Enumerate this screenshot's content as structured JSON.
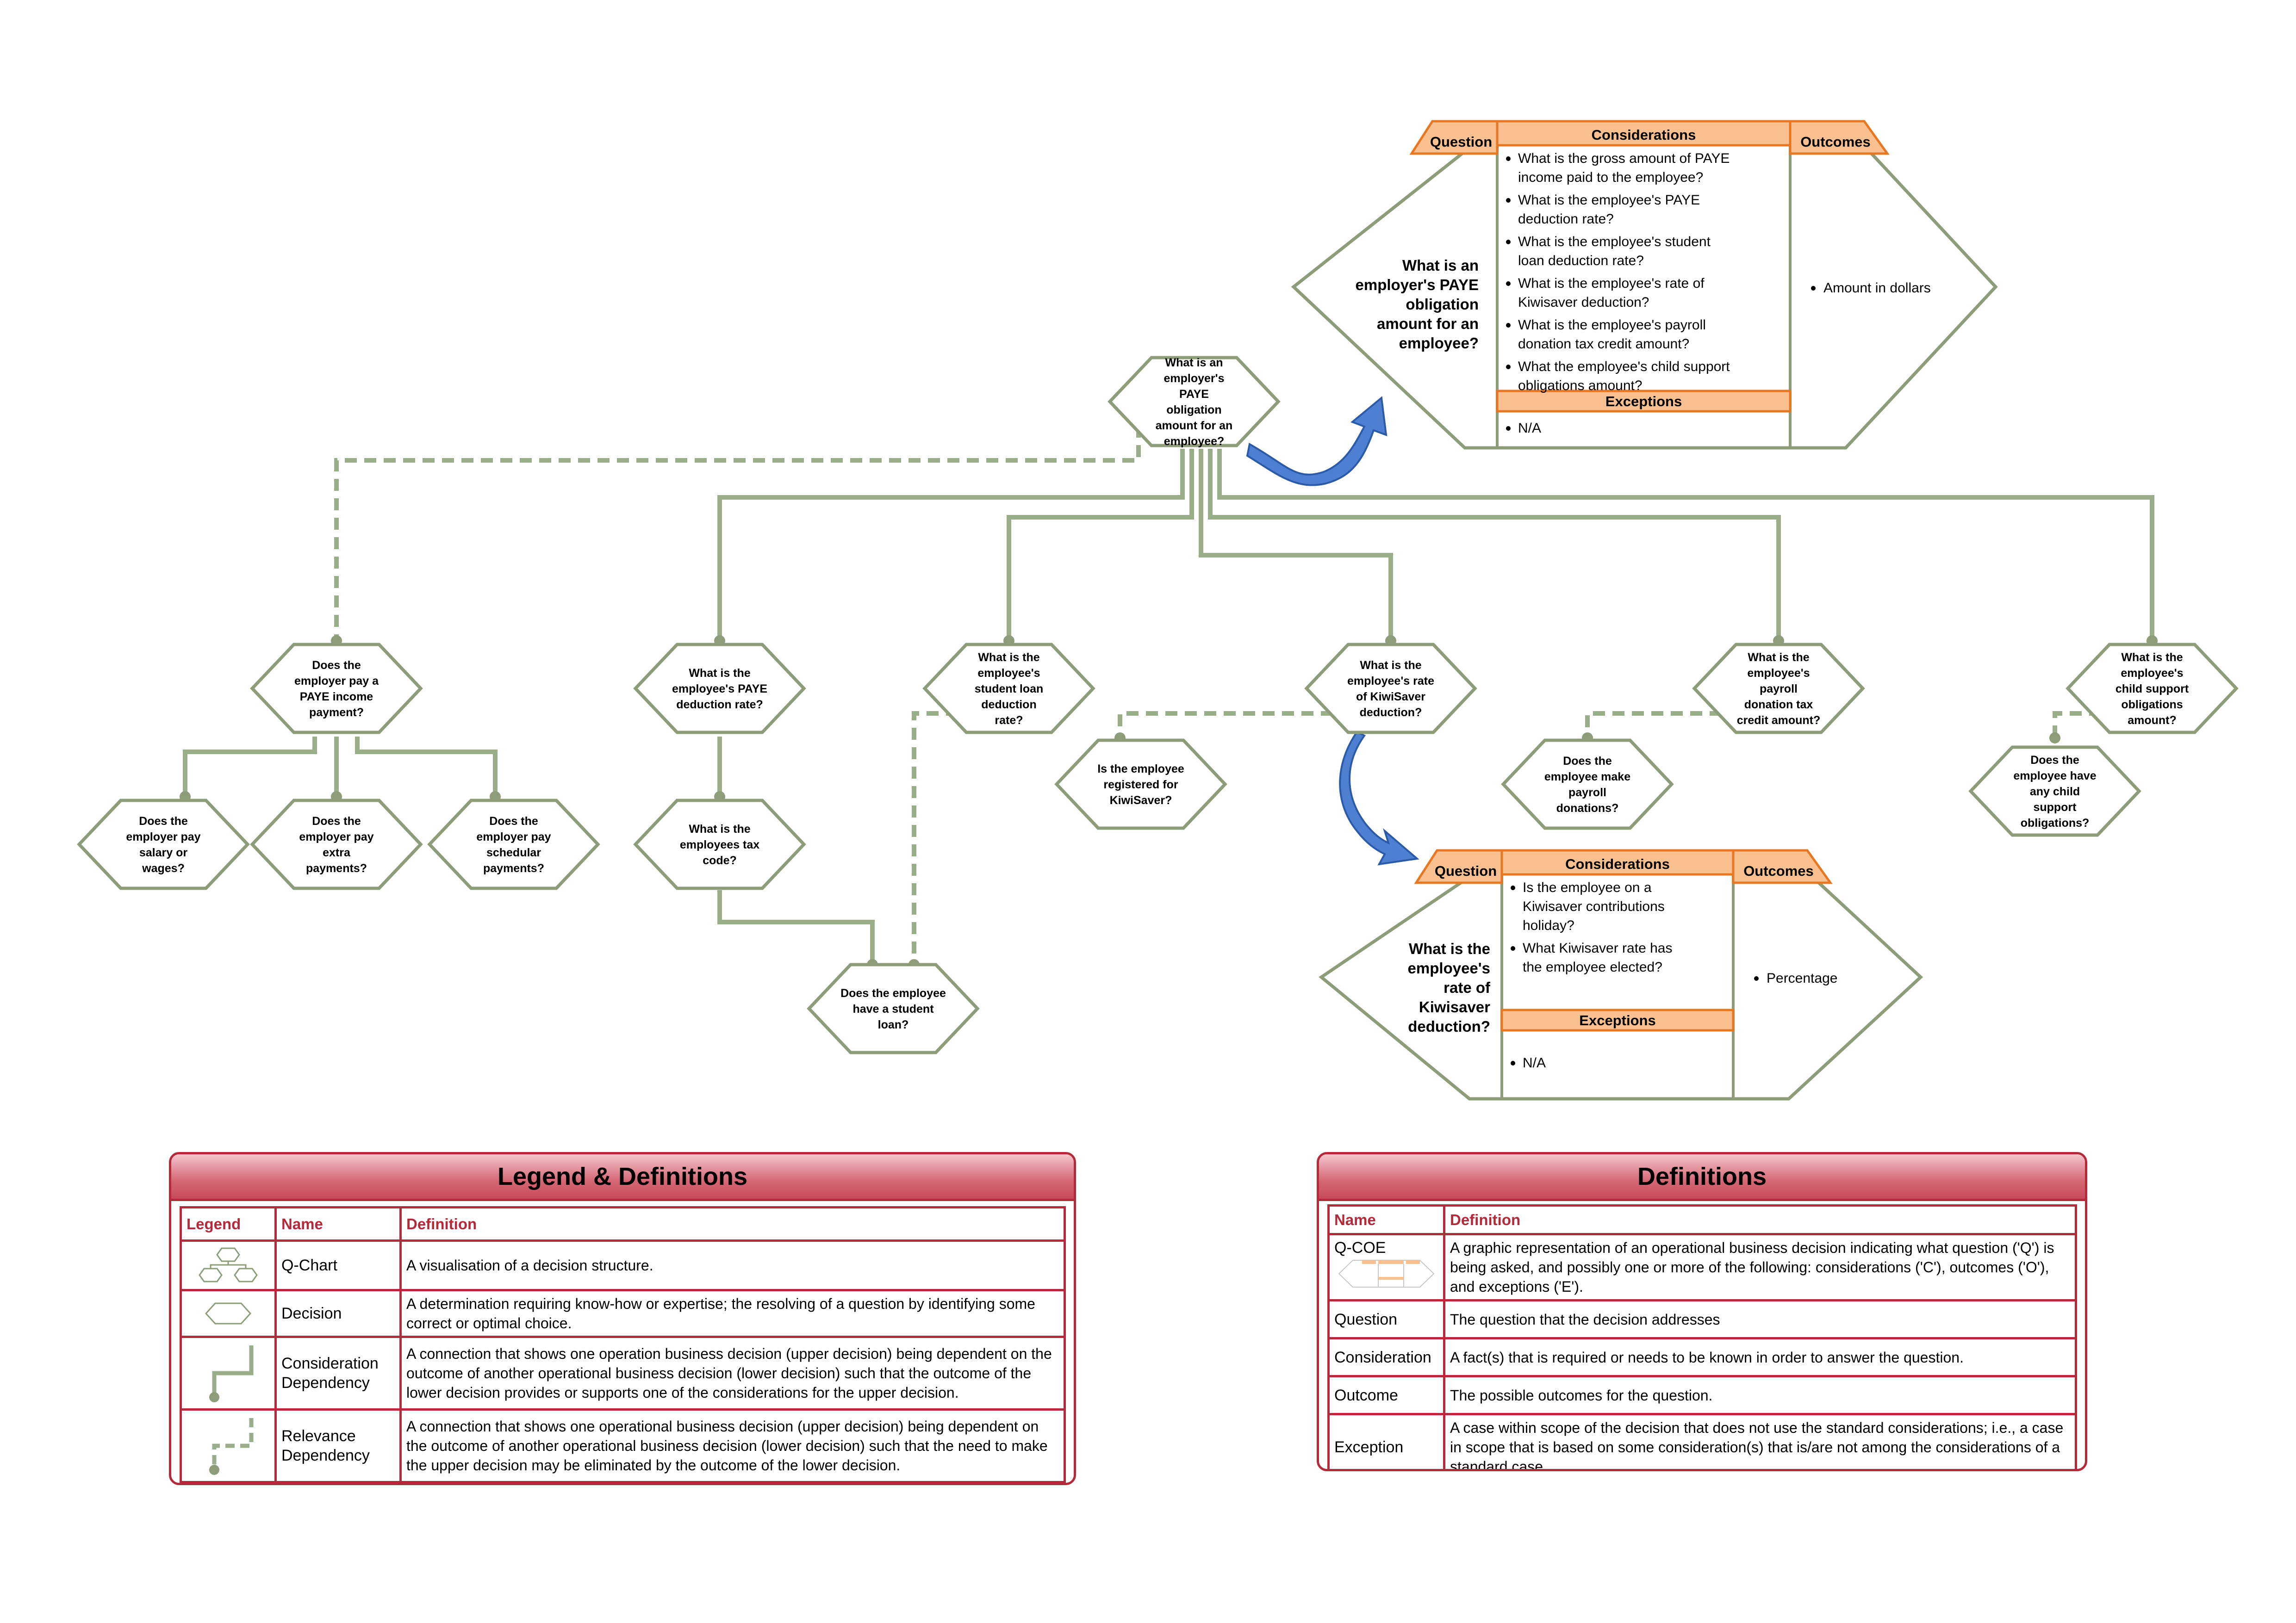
{
  "root": {
    "label": "What is an employer's PAYE obligation amount for an employee?"
  },
  "nodes": {
    "pay_income": "Does the employer pay a PAYE income payment?",
    "salary": "Does the employer pay salary or wages?",
    "extra": "Does the employer pay extra payments?",
    "schedular": "Does the employer pay schedular payments?",
    "paye_rate": "What is the employee's PAYE deduction rate?",
    "tax_code": "What is the employees tax code?",
    "student_rate": "What is the employee's student loan deduction rate?",
    "student_loan": "Does the employee have a student loan?",
    "kiwi_rate": "What is the employee's rate of KiwiSaver deduction?",
    "kiwi_reg": "Is the employee registered for KiwiSaver?",
    "donation_credit": "What is the employee's payroll donation tax credit amount?",
    "donations": "Does the employee make payroll donations?",
    "child_amount": "What is the employee's child support obligations amount?",
    "child_have": "Does the employee have any child support obligations?"
  },
  "qcoe_headers": {
    "question": "Question",
    "considerations": "Considerations",
    "outcomes": "Outcomes",
    "exceptions": "Exceptions"
  },
  "qcoe_top": {
    "question": "What is an employer's PAYE obligation amount for an employee?",
    "considerations": [
      "What is the gross amount of PAYE income paid to the employee?",
      "What is the employee's PAYE deduction rate?",
      "What is the employee's student loan deduction rate?",
      "What is the employee's rate of Kiwisaver deduction?",
      "What is the employee's payroll donation tax credit amount?",
      "What the employee's child support obligations amount?"
    ],
    "exceptions": [
      "N/A"
    ],
    "outcomes": [
      "Amount in dollars"
    ]
  },
  "qcoe_kiwi": {
    "question": "What is the employee's rate of Kiwisaver deduction?",
    "considerations": [
      "Is the employee on a Kiwisaver contributions holiday?",
      "What Kiwisaver rate has the employee elected?"
    ],
    "exceptions": [
      "N/A"
    ],
    "outcomes": [
      "Percentage"
    ]
  },
  "legend": {
    "title": "Legend & Definitions",
    "headers": {
      "legend": "Legend",
      "name": "Name",
      "definition": "Definition"
    },
    "rows": [
      {
        "name": "Q-Chart",
        "definition": "A visualisation of a decision structure."
      },
      {
        "name": "Decision",
        "definition": "A determination requiring know-how or expertise; the resolving of a question by identifying some correct or optimal choice."
      },
      {
        "name": "Consideration Dependency",
        "definition": "A connection that shows one operation business decision (upper decision) being dependent on the outcome of another operational business decision (lower decision) such that the outcome of the lower decision provides or supports one of the considerations for the upper decision."
      },
      {
        "name": "Relevance Dependency",
        "definition": "A connection that shows one operational business decision (upper decision) being dependent on the outcome of another operational business decision (lower decision) such that the need to make the upper decision may be eliminated by the outcome of the lower decision."
      }
    ]
  },
  "definitions": {
    "title": "Definitions",
    "headers": {
      "name": "Name",
      "definition": "Definition"
    },
    "rows": [
      {
        "name": "Q-COE",
        "definition": "A graphic representation of an operational business decision indicating what question ('Q') is being asked, and possibly one or more of the following: considerations ('C'), outcomes ('O'), and exceptions ('E')."
      },
      {
        "name": "Question",
        "definition": "The question that the decision addresses"
      },
      {
        "name": "Consideration",
        "definition": "A fact(s) that is required or needs to be known in order to answer the question."
      },
      {
        "name": "Outcome",
        "definition": "The possible outcomes for the question."
      },
      {
        "name": "Exception",
        "definition": "A case within scope of the decision that does not use the standard considerations; i.e., a case in scope that is based on some consideration(s) that is/are not among the considerations of a standard case."
      }
    ]
  },
  "colors": {
    "connector": "#9aae8a",
    "hex_border": "#8d9c79",
    "header_fill": "#fac090",
    "header_border": "#e87722",
    "arrow": "#4f7fd0",
    "panel_border": "#b42a3a"
  }
}
